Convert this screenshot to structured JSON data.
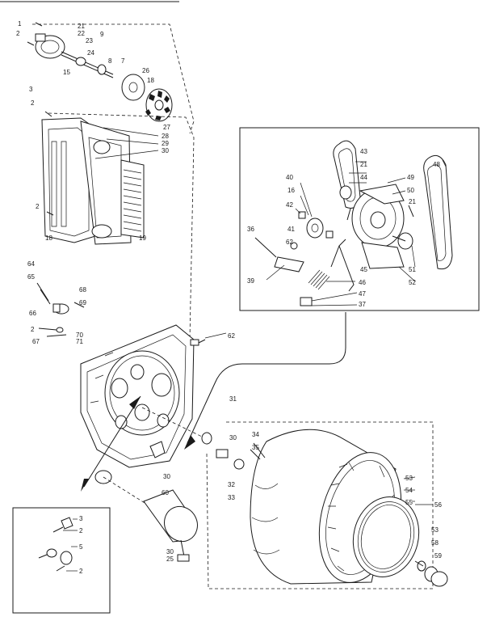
{
  "labels": {
    "exploded": {
      "l1": "1",
      "l21a": "21",
      "l22": "22",
      "l23": "23",
      "l2a": "2",
      "l9": "9",
      "l24": "24",
      "l8": "8",
      "l7": "7",
      "l15": "15",
      "l26": "26",
      "l18a": "18",
      "l27": "27",
      "l3a": "3",
      "l2b": "2",
      "l28": "28",
      "l29": "29",
      "l30a": "30",
      "l2c": "2",
      "l18b": "18",
      "l19": "19",
      "l64": "64",
      "l65": "65",
      "l68": "68",
      "l69": "69",
      "l66": "66",
      "l2d": "2",
      "l70": "70",
      "l71": "71",
      "l67": "67",
      "l62a": "62",
      "l31": "31",
      "l30b": "30",
      "l30c": "30",
      "l60": "60",
      "l30d": "30",
      "l25": "25"
    },
    "inset_motor": {
      "l43": "43",
      "l21b": "21",
      "l44": "44",
      "l40": "40",
      "l16": "16",
      "l42": "42",
      "l49": "49",
      "l50": "50",
      "l48": "48",
      "l21c": "21",
      "l36": "36",
      "l41": "41",
      "l62b": "62",
      "l45": "45",
      "l51": "51",
      "l52": "52",
      "l39": "39",
      "l46": "46",
      "l47": "47",
      "l37": "37"
    },
    "drum": {
      "l34": "34",
      "l35": "35",
      "l32": "32",
      "l33": "33",
      "l53a": "53",
      "l54": "54",
      "l55": "55",
      "l56": "56",
      "l53b": "53",
      "l58": "58",
      "l59": "59"
    },
    "inset_small": {
      "l3b": "3",
      "l2e": "2",
      "l5": "5",
      "l2f": "2"
    }
  }
}
